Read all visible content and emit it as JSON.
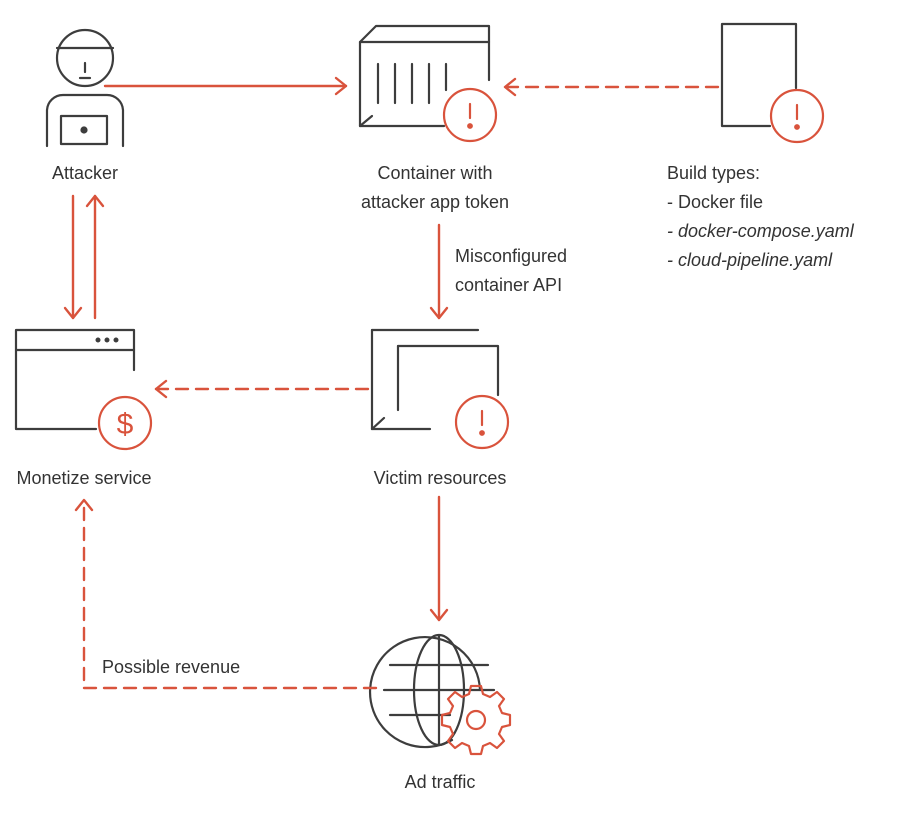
{
  "colors": {
    "accent": "#d9533c",
    "stroke": "#3d3d3d",
    "text": "#333333"
  },
  "nodes": {
    "attacker": {
      "label": "Attacker",
      "icon": "attacker-icon"
    },
    "container": {
      "label_line1": "Container with",
      "label_line2": "attacker app token",
      "icon": "container-icon",
      "badge": "!"
    },
    "build_file": {
      "icon": "build-file-icon",
      "badge": "!"
    },
    "monetize": {
      "label": "Monetize service",
      "icon": "browser-window-icon",
      "badge": "$"
    },
    "victim": {
      "label": "Victim resources",
      "icon": "stacked-documents-icon",
      "badge": "!"
    },
    "ad_traffic": {
      "label": "Ad traffic",
      "icon": "globe-icon",
      "badge_icon": "gear-icon"
    }
  },
  "build_types": {
    "title": "Build types:",
    "items": [
      "- Docker file",
      "- docker-compose.yaml",
      "- cloud-pipeline.yaml"
    ]
  },
  "edges": {
    "misconfigured_line1": "Misconfigured",
    "misconfigured_line2": "container API",
    "possible_revenue": "Possible revenue"
  }
}
